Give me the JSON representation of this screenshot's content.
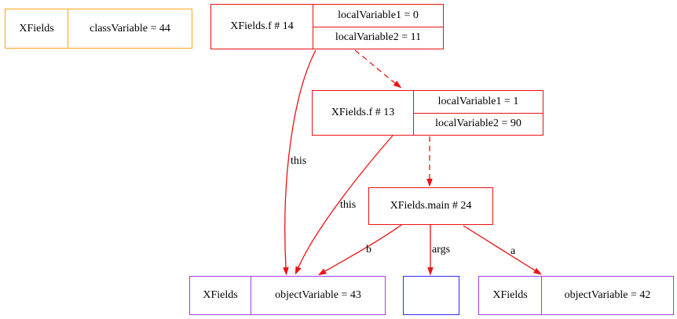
{
  "colors": {
    "red": "#ee1111",
    "orange": "#ffa51a",
    "purple": "#a43ce8",
    "blue": "#2b2bee",
    "background": "#ffffff",
    "text": "#000000"
  },
  "class_box": {
    "name": "XFields",
    "field": "classVariable = 44"
  },
  "frames": {
    "f14": {
      "title": "XFields.f # 14",
      "local1": "localVariable1 = 0",
      "local2": "localVariable2 = 11"
    },
    "f13": {
      "title": "XFields.f # 13",
      "local1": "localVariable1 = 1",
      "local2": "localVariable2 = 90"
    },
    "main": {
      "title": "XFields.main # 24"
    }
  },
  "objects": {
    "obj43": {
      "name": "XFields",
      "field": "objectVariable = 43"
    },
    "obj42": {
      "name": "XFields",
      "field": "objectVariable = 42"
    }
  },
  "edge_labels": {
    "this_f14": "this",
    "this_f13": "this",
    "b": "b",
    "args": "args",
    "a": "a"
  }
}
